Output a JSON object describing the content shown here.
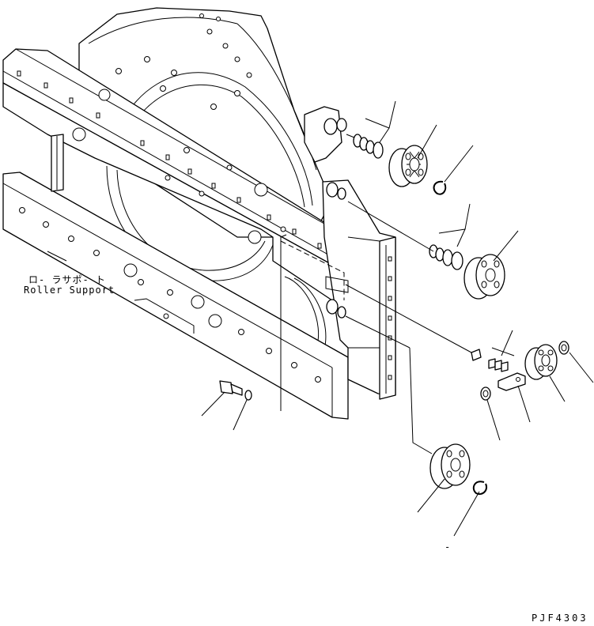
{
  "labels": {
    "jp": "ロ- ラサポ- ト",
    "en": "Roller Support"
  },
  "drawing_code": "PJF4303",
  "tick_mark": "-"
}
